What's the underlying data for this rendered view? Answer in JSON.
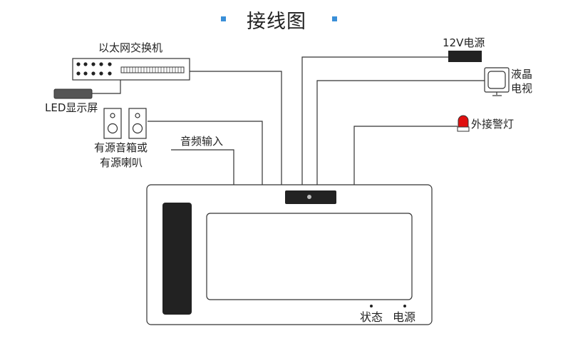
{
  "title": "接线图",
  "labels": {
    "ethernet_switch": "以太网交换机",
    "led_display": "LED显示屏",
    "speaker_line1": "有源音箱或",
    "speaker_line2": "有源喇叭",
    "audio_input": "音频输入",
    "power_12v": "12V电源",
    "lcd_tv_line1": "液晶",
    "lcd_tv_line2": "电视",
    "warning_light": "外接警灯",
    "status": "状态",
    "power": "电源"
  },
  "colors": {
    "line": "#333333",
    "device_dark": "#222222",
    "led_bar": "#555555",
    "warning_red": "#e01010",
    "title_bullet": "#3a8fd8"
  }
}
